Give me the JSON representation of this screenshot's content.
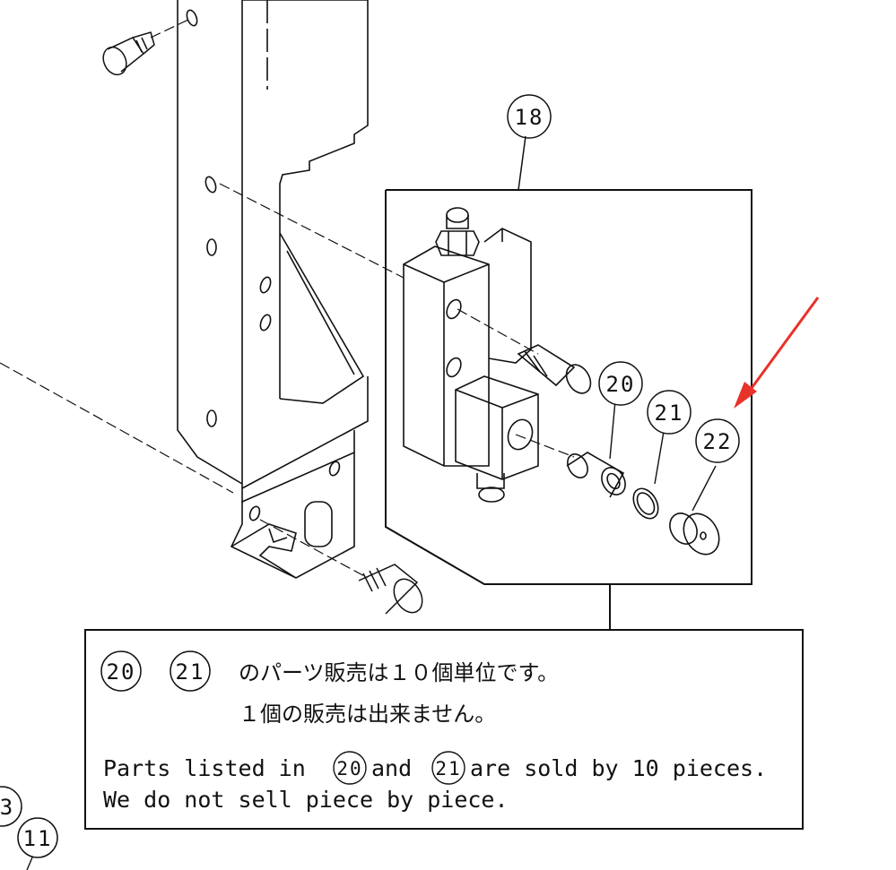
{
  "callouts": {
    "c18": "18",
    "c20": "20",
    "c21": "21",
    "c22": "22",
    "c11": "11",
    "c13_partial": "3"
  },
  "note": {
    "jp_line1": "のパーツ販売は１０個単位です。",
    "jp_line2": "１個の販売は出来ません。",
    "en_prefix": "Parts listed in",
    "en_and": "and",
    "en_suffix": "are sold by 10 pieces.",
    "en_line2": "We do not sell piece by piece.",
    "ref_a": "20",
    "ref_b": "21"
  },
  "colors": {
    "line": "#111111",
    "arrow": "#e8322a",
    "background": "#ffffff"
  },
  "icons": {
    "pointer": "red-arrow-icon"
  }
}
